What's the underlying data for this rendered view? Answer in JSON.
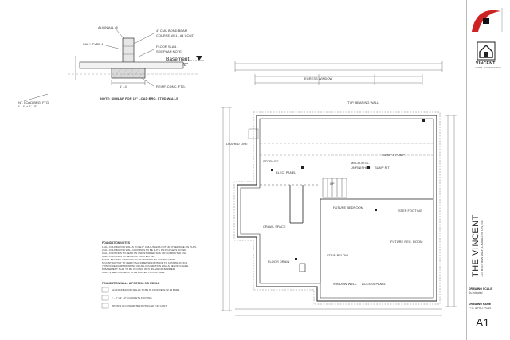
{
  "detail": {
    "align_label": "ALIGN ALL @",
    "cmu_label_1": "4\" CMU BOND BEAM",
    "cmu_label_2": "COURSE W/ 1 - #4 CONT.",
    "wall_type_label": "WALL TYPE 4",
    "floor_slab_1": "FLOOR SLAB -",
    "floor_slab_2": "SEE PLAN NOTE",
    "basement_label": "Basement",
    "basement_elev": "-9' - 10 1/8\"",
    "dim_label": "1' - 4\"",
    "reinf_label": "REINF. CONC. FTG.",
    "note_label": "NOTE: SIMILAR FOR 12\" LOAD BRG. STUD WALLS",
    "ftg_label_1": "INT. LOAD BRG. FTG.",
    "ftg_label_2": "1' - 4\" x 1' - 0\""
  },
  "notes": {
    "foundation_title": "FOUNDATION NOTES",
    "foundation_lines": [
      "1.  ALL FOUNDATION WALLS TO BE 8\" CMU UNLESS NOTED OTHERWISE ON PLAN.",
      "2.  ALL FOUNDATION WALL FOOTINGS TO BE 1'-4\" x 0'-10\" UNLESS NOTED.",
      "3.  ALL FOOTINGS TO BEAR ON UNDISTURBED SOIL OR COMPACTED FILL.",
      "4.  ALL FOOTINGS TO BE FROST PROTECTED.",
      "5.  SOIL BEARING CAPACITY TO BE VERIFIED BY CONTRACTOR.",
      "6.  CONTRACTOR TO VERIFY ALL DIMENSIONS PRIOR TO CONSTRUCTION.",
      "7.  PROVIDE DAMPPROOFING ON ALL FOUNDATION WALLS BELOW GRADE.",
      "8.  BASEMENT SLAB TO BE 4\" CONC. ON 6 MIL VAPOR BARRIER.",
      "9.  ALL STEEL COLUMNS TO BE BOLTED TO FOOTINGS."
    ],
    "schedule_title": "FOUNDATION WALL & FOOTING SCHEDULE",
    "schedule_rows": [
      "ALL FOUNDATION WALLS TO BE 8\" CONCRETE W/ #4 BARS",
      "1' - 4\" x 1' - 0\" CONCRETE FOOTING",
      "INT. W/ 1 #4 CONCRETE FOOTING W/ 2 #4 CONT."
    ]
  },
  "plan": {
    "labels": [
      "MECH./UTIL.",
      "UNFINISHED",
      "STORAGE",
      "FUTURE REC. ROOM",
      "FUTURE BEDROOM",
      "STAIR BELOW",
      "UP",
      "SUMP PIT",
      "DASHED LINE",
      "STEP FOOTING",
      "CRAWL SPACE",
      "FLOOR DRAIN",
      "WINDOW WELL",
      "ACCESS PANEL",
      "SUMP & PUMP",
      "ELEC. PANEL",
      "EGRESS WINDOW",
      "TYP. BEARING WALL"
    ]
  },
  "titleblock": {
    "brand": "VINCENT",
    "brand_sub": "HOMES · CONSTRUCTION",
    "project": "THE VINCENT",
    "address": "123 BELVIEW WAY, CHARLESTON, SC",
    "scale_label": "DRAWING SCALE",
    "scale_value": "As indicated",
    "name_label": "DRAWING NAME",
    "name_value": "FTG. & FND. PLAN",
    "sheet": "A1"
  },
  "colors": {
    "logo_red": "#cc2222",
    "line": "#333333",
    "hatch": "#999999"
  }
}
